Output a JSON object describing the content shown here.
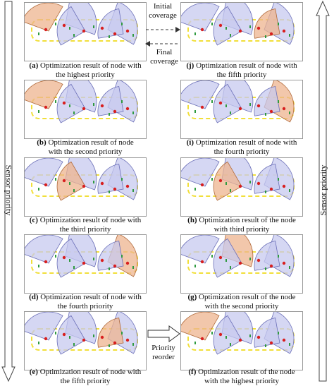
{
  "panels": [
    {
      "id": "a",
      "letter": "(a)",
      "line1": "Optimization result of node with",
      "line2": "the highest priority",
      "highlight": "blue-left-orange",
      "colors": {
        "sector_fill": "#c9cbee",
        "highlight_fill": "#eab89b"
      }
    },
    {
      "id": "b",
      "letter": "(b)",
      "line1": "Optimization result of node",
      "line2": "with  the second priority"
    },
    {
      "id": "c",
      "letter": "(c)",
      "line1": "Optimization result of node with",
      "line2": "the third priority"
    },
    {
      "id": "d",
      "letter": "(d)",
      "line1": "Optimization result of node with",
      "line2": "the fourth priority"
    },
    {
      "id": "e",
      "letter": "(e)",
      "line1": "Optimization result of node with",
      "line2": "the fifth priority"
    },
    {
      "id": "j",
      "letter": "(j)",
      "line1": "Optimization result of node with",
      "line2": "the fifth priority"
    },
    {
      "id": "i",
      "letter": "(i)",
      "line1": "Optimization result of node with",
      "line2": "the fourth priority"
    },
    {
      "id": "h",
      "letter": "(h)",
      "line1": "Optimization result of the node",
      "line2": "with third priority"
    },
    {
      "id": "g",
      "letter": "(g)",
      "line1": "Optimization result of the node",
      "line2": "with the second priority"
    },
    {
      "id": "f",
      "letter": "(f)",
      "line1": "Optimization result of the node",
      "line2": "with the highest priority"
    }
  ],
  "labels": {
    "left_axis": "Sensor priority",
    "right_axis": "Sensor priority",
    "initial_coverage": "Initial\ncoverage",
    "final_coverage": "Final\ncoverage",
    "priority_reorder": "Priority\nreorder"
  },
  "colors": {
    "sector_blue": "#c7c9ef",
    "sector_blue_stroke": "#6c70b8",
    "sector_orange": "#eeb48f",
    "sector_orange_stroke": "#b06a3b",
    "dash_yellow": "#f1df3a",
    "node_red": "#d81f1f",
    "node_green": "#2f9a3f"
  }
}
